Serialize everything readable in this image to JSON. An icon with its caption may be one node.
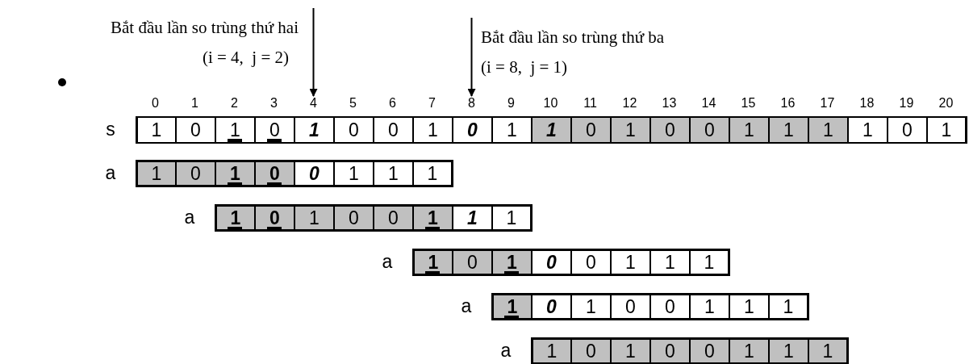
{
  "diagram": {
    "nodes": [
      {
        "text": [
          "Bắt đầu lần so trùng thứ hai",
          "(i = 4,  j = 2)"
        ]
      },
      {
        "text": [
          "Bắt đầu lần so trùng thứ ba",
          "(i = 8,  j = 1)"
        ]
      },
      {
        "text": [
          "4"
        ]
      },
      {
        "text": [
          "8"
        ]
      }
    ],
    "edges": [
      {
        "from": 0,
        "to": 2,
        "arrow": "to"
      },
      {
        "from": 1,
        "to": 3,
        "arrow": "to"
      }
    ],
    "labels": [
      "0",
      "1",
      "2",
      "3",
      "5",
      "6",
      "7",
      "9",
      "10",
      "11",
      "12",
      "13",
      "14",
      "15",
      "16",
      "17",
      "18",
      "19",
      "20",
      "s",
      "1",
      "0",
      "1",
      "0",
      "1",
      "0",
      "0",
      "1",
      "0",
      "1",
      "1",
      "0",
      "1",
      "0",
      "0",
      "1",
      "1",
      "1",
      "1",
      "0",
      "1",
      "a",
      "1",
      "0",
      "1",
      "0",
      "0",
      "1",
      "1",
      "1",
      "a",
      "1",
      "0",
      "1",
      "0",
      "0",
      "1",
      "1",
      "1",
      "a",
      "1",
      "0",
      "1",
      "0",
      "0",
      "1",
      "1",
      "1",
      "a",
      "1",
      "0",
      "1",
      "0",
      "0",
      "1",
      "1",
      "1",
      "a",
      "1",
      "0",
      "1",
      "0",
      "0",
      "1",
      "1",
      "1"
    ]
  }
}
